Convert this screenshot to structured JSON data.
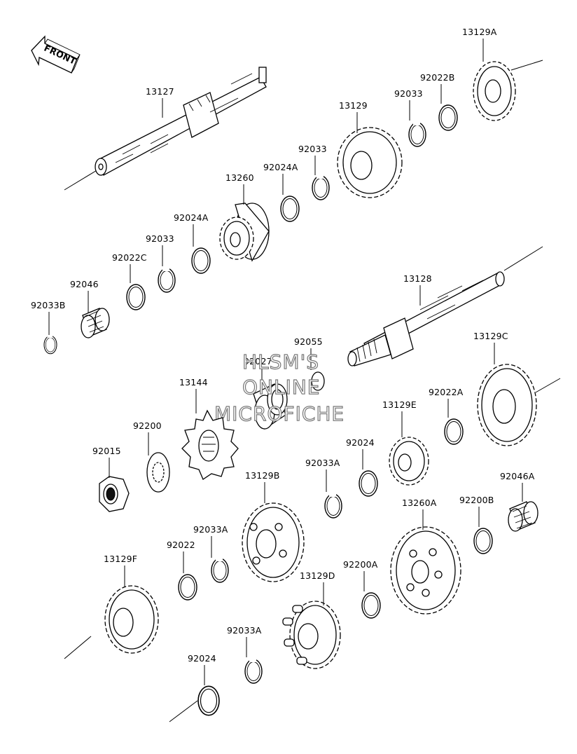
{
  "front_label": "FRONT",
  "watermark": [
    "HLSM'S",
    "ONLINE",
    "MICROFICHE"
  ],
  "parts": [
    "13127",
    "13129",
    "13129A",
    "92022B",
    "92033",
    "92033",
    "13260",
    "92024A",
    "92024A",
    "92033",
    "92022C",
    "92046",
    "92033B",
    "13128",
    "13129C",
    "92055",
    "92027",
    "13144",
    "92200",
    "92015",
    "92022A",
    "13129E",
    "92024",
    "92033A",
    "13129B",
    "92046A",
    "92200B",
    "13260A",
    "92033A",
    "92022",
    "13129F",
    "92200A",
    "13129D",
    "92033A",
    "92024"
  ]
}
